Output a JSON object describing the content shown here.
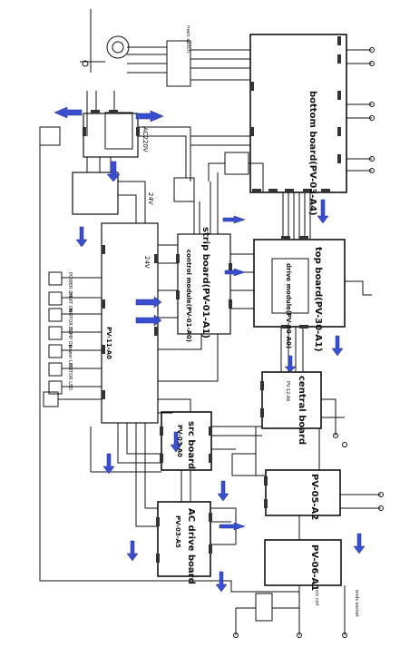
{
  "labels": {
    "bottom_board": "bottom board(PV-03-A4)",
    "top_board": "top board(PV-30-A1)",
    "drive_module": "drive module(PV-30-A0)",
    "strip_board": "strip board(PV-01-A1)",
    "control_module": "control module(PV-01-A0)",
    "central_board": "central board",
    "central_board_code": "PV-12-A6",
    "src_board": "src board",
    "src_board_code": "PV-03-A0",
    "ac_drive_board": "AC drive board",
    "ac_drive_board_code": "PV-03-A5",
    "board_pv_a2": "PV-05-A2",
    "board_pv_a1": "PV-06-A1",
    "power_panel": "PV-11-A0",
    "ac220v": "AC220V",
    "v24_a": "24V",
    "v24_b": "24V",
    "main_switch": "main switch",
    "bottom_right_1": "src coil",
    "bottom_right_2": "ends socket"
  },
  "sockets_left": [
    "POWER ON",
    "HEAT ON",
    "MOTOR ON",
    "PUMP ON",
    "power LED",
    "MOTOR LED"
  ]
}
